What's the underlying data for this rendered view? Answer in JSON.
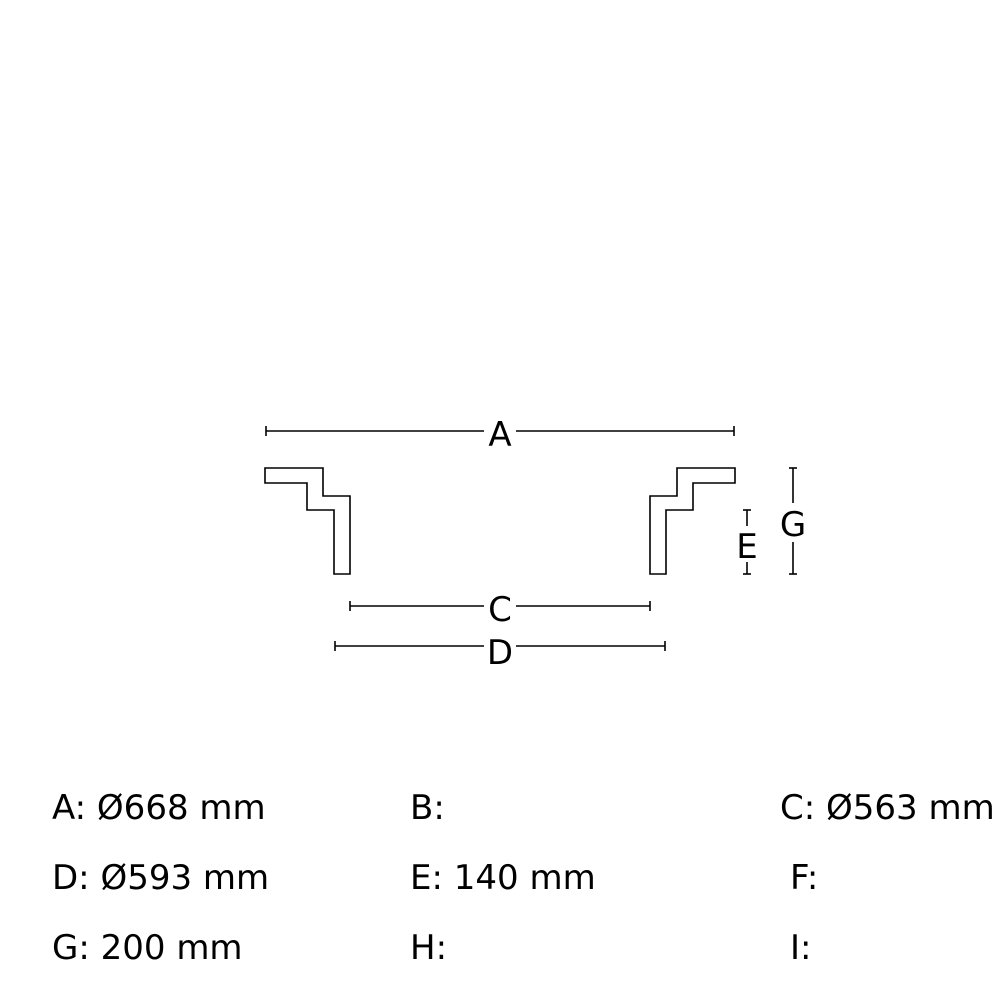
{
  "diagram": {
    "dimension_labels": {
      "A": "A",
      "C": "C",
      "D": "D",
      "E": "E",
      "G": "G"
    }
  },
  "specs": [
    {
      "key": "A",
      "text": "A: Ø668 mm"
    },
    {
      "key": "B",
      "text": "B:"
    },
    {
      "key": "C",
      "text": "C: Ø563 mm"
    },
    {
      "key": "D",
      "text": "D: Ø593 mm"
    },
    {
      "key": "E",
      "text": "E: 140 mm"
    },
    {
      "key": "F",
      "text": "F:"
    },
    {
      "key": "G",
      "text": "G: 200 mm"
    },
    {
      "key": "H",
      "text": "H:"
    },
    {
      "key": "I",
      "text": "I:"
    }
  ]
}
